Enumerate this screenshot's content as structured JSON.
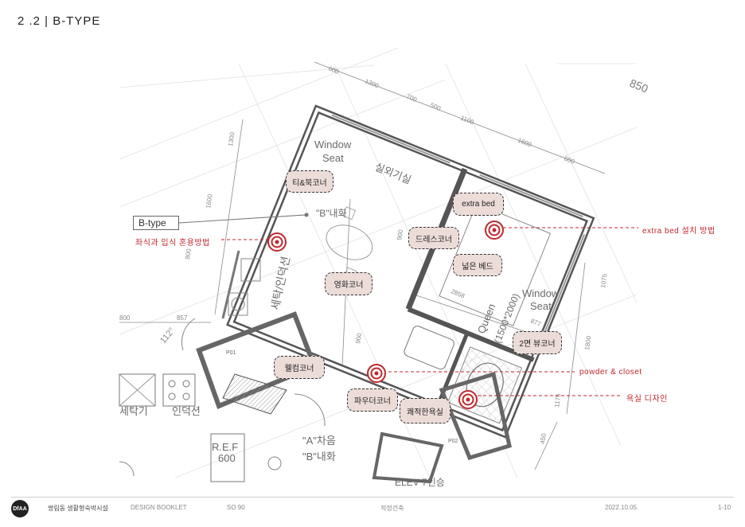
{
  "header": {
    "title": "2 .2 |   B-TYPE"
  },
  "plan": {
    "type_label": "B-type",
    "room_labels": [
      "Window",
      "Seat",
      "실외기실",
      "\"B\"내화",
      "세탁/인덕션",
      "Queen",
      "(1500*2000)",
      "Window",
      "Seat",
      "세탁기",
      "인덕션",
      "R.E.F",
      "600",
      "\"A\"차음",
      "\"B\"내화",
      "ELEV 7인승"
    ],
    "dimensions": [
      "600",
      "1200",
      "700",
      "500",
      "1100",
      "1600",
      "600",
      "1300",
      "1600",
      "800",
      "900",
      "2858",
      "1100",
      "877",
      "1075",
      "1800",
      "800",
      "857",
      "112°",
      "900",
      "1175",
      "450",
      "850"
    ],
    "markers": [
      "P01",
      "P02"
    ],
    "tags": [
      {
        "label": "티&북코너"
      },
      {
        "label": "extra bed"
      },
      {
        "label": "드레스코너"
      },
      {
        "label": "넓은 베드"
      },
      {
        "label": "영화코너"
      },
      {
        "label": "2면 뷰코너"
      },
      {
        "label": "웰컴코너"
      },
      {
        "label": "파우더코너"
      },
      {
        "label": "쾌적한욕실"
      }
    ],
    "annotations": [
      {
        "label": "좌식과 입식 혼용방법"
      },
      {
        "label": "extra bed 설치 방법"
      },
      {
        "label": "powder & closet"
      },
      {
        "label": "욕실 디자인"
      }
    ],
    "accent_color": "#c0272d"
  },
  "footer": {
    "logo": "DfAA",
    "project": "쌍림동 생활형숙박시설",
    "booklet": "DESIGN BOOKLET",
    "code": "SO 90",
    "company": "적정건축",
    "date": "2022.10.05",
    "page": "1-10"
  }
}
